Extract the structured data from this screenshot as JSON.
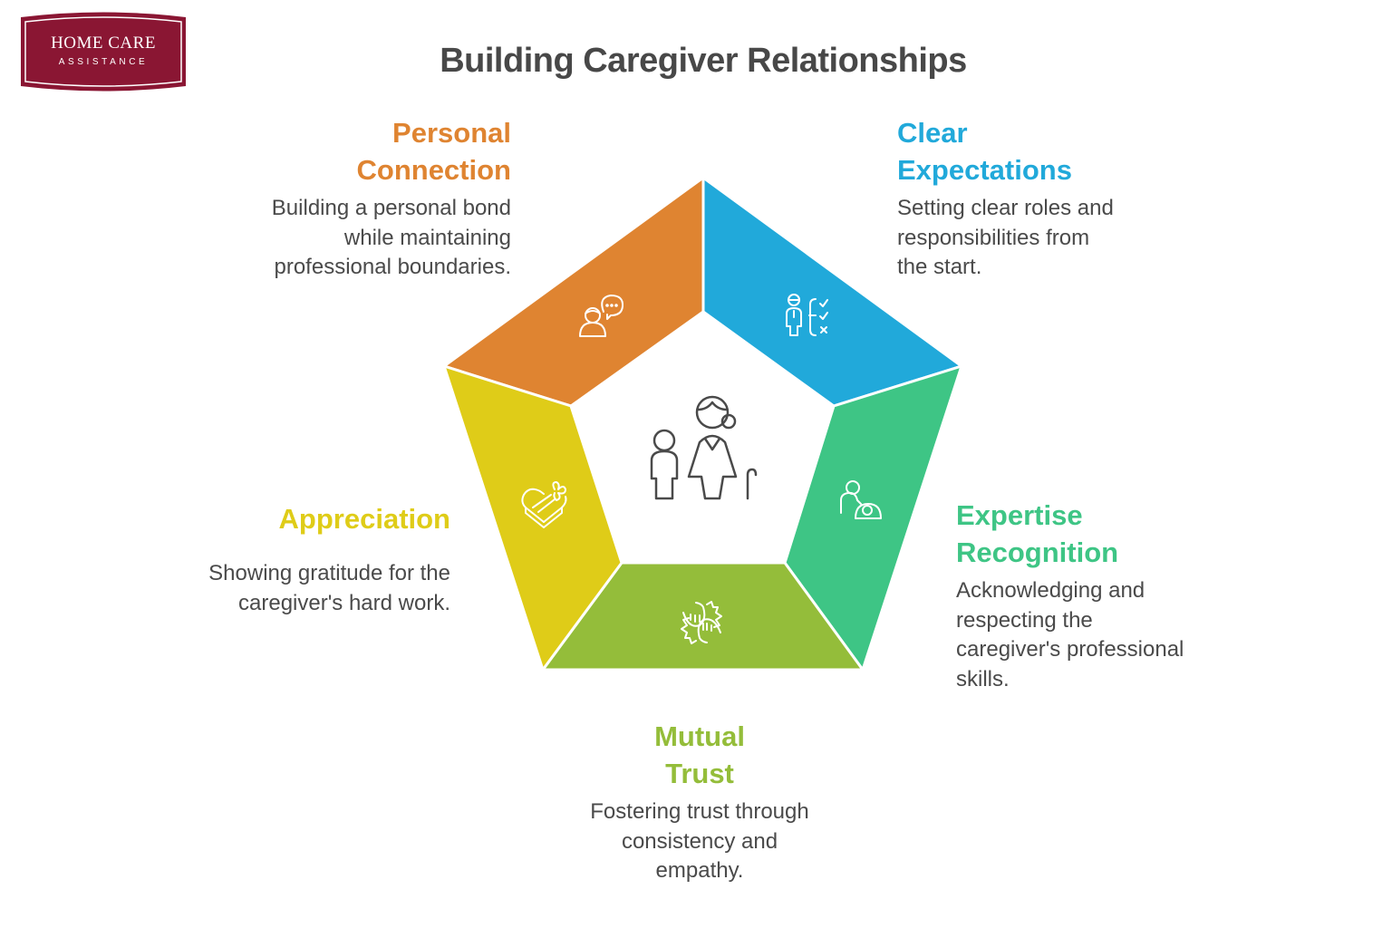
{
  "logo": {
    "line1": "HOME CARE",
    "line2": "ASSISTANCE",
    "color": "#8a1633"
  },
  "title": "Building Caregiver Relationships",
  "center_icon": "elderly-woman-with-child-and-cane-icon",
  "segments": [
    {
      "id": "personal-connection",
      "heading_lines": [
        "Personal",
        "Connection"
      ],
      "description_lines": [
        "Building a personal bond",
        "while maintaining",
        "professional boundaries."
      ],
      "color": "#df8431",
      "icon": "person-speech-bubble-icon"
    },
    {
      "id": "clear-expectations",
      "heading_lines": [
        "Clear",
        "Expectations"
      ],
      "description_lines": [
        "Setting clear roles and",
        "responsibilities from",
        "the start."
      ],
      "color": "#21a9da",
      "icon": "person-checklist-icon"
    },
    {
      "id": "expertise-recognition",
      "heading_lines": [
        "Expertise",
        "Recognition"
      ],
      "description_lines": [
        "Acknowledging and",
        "respecting the",
        "caregiver's professional",
        "skills."
      ],
      "color": "#3ec585",
      "icon": "caregiver-patient-icon"
    },
    {
      "id": "mutual-trust",
      "heading_lines": [
        "Mutual",
        "Trust"
      ],
      "description_lines": [
        "Fostering trust through",
        "consistency and",
        "empathy."
      ],
      "color": "#94bd3a",
      "icon": "handshake-icon"
    },
    {
      "id": "appreciation",
      "heading_lines": [
        "Appreciation"
      ],
      "description_lines": [
        "Showing gratitude for the",
        "caregiver's hard work."
      ],
      "color": "#dfcc18",
      "icon": "heart-gift-icon"
    }
  ]
}
